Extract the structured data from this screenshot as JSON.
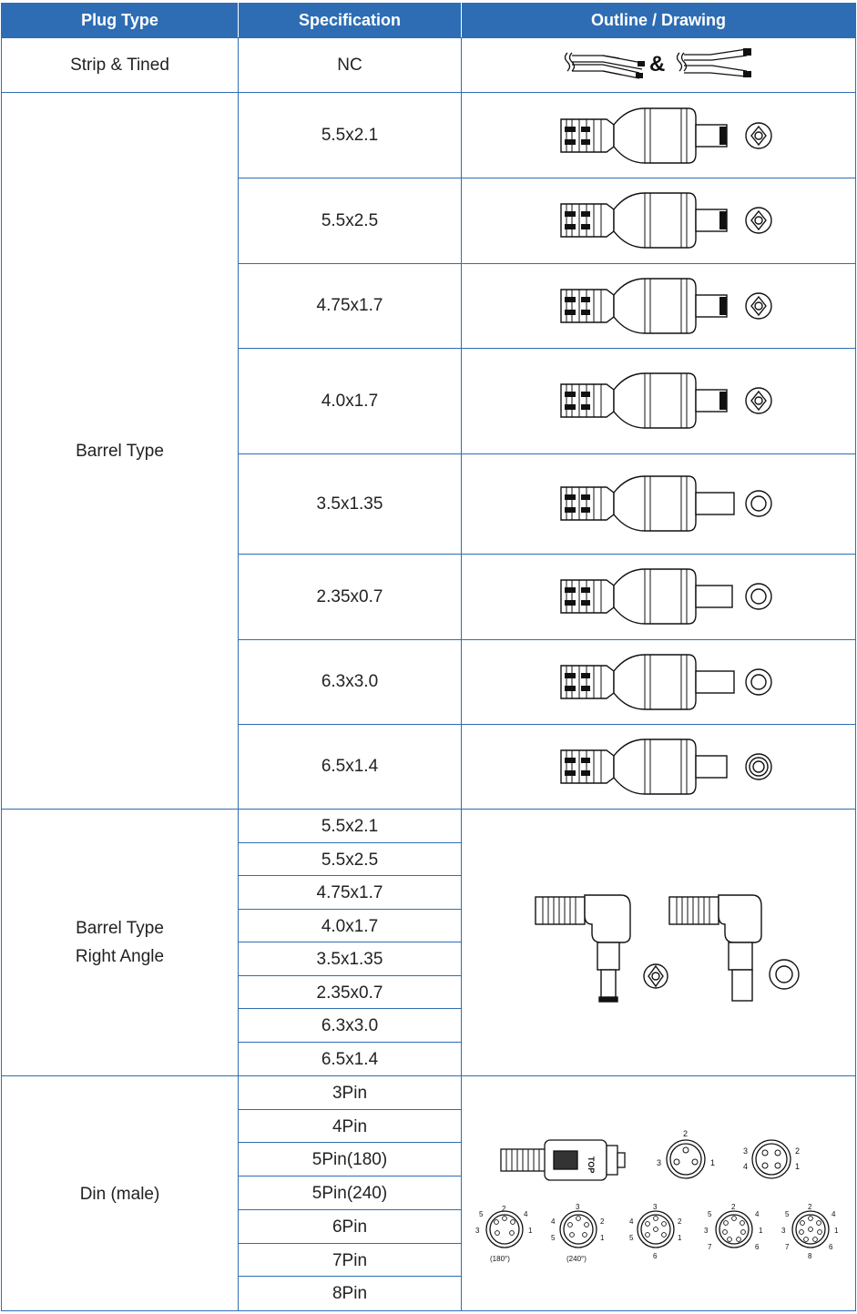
{
  "colors": {
    "header_bg": "#2e6db4",
    "header_text": "#ffffff",
    "grid": "#2e6db4",
    "text": "#222222"
  },
  "header": {
    "plug_type": "Plug Type",
    "specification": "Specification",
    "outline": "Outline / Drawing"
  },
  "strip": {
    "plug_type": "Strip & Tined",
    "spec": "NC",
    "amp": "&"
  },
  "barrel": {
    "plug_type": "Barrel Type",
    "specs": [
      "5.5x2.1",
      "5.5x2.5",
      "4.75x1.7",
      "4.0x1.7",
      "3.5x1.35",
      "2.35x0.7",
      "6.3x3.0",
      "6.5x1.4"
    ]
  },
  "right_angle": {
    "plug_type_line1": "Barrel Type",
    "plug_type_line2": "Right Angle",
    "specs": [
      "5.5x2.1",
      "5.5x2.5",
      "4.75x1.7",
      "4.0x1.7",
      "3.5x1.35",
      "2.35x0.7",
      "6.3x3.0",
      "6.5x1.4"
    ]
  },
  "din": {
    "plug_type": "Din (male)",
    "specs": [
      "3Pin",
      "4Pin",
      "5Pin(180)",
      "5Pin(240)",
      "6Pin",
      "7Pin",
      "8Pin"
    ],
    "top_label": "TOP",
    "pin3": [
      "2",
      "3",
      "1"
    ],
    "pin4": [
      "3",
      "2",
      "4",
      "1"
    ],
    "pin5_180": [
      "5",
      "4",
      "3",
      "1",
      "2",
      "(180°)"
    ],
    "pin5_240": [
      "3",
      "4",
      "2",
      "5",
      "1",
      "(240°)"
    ],
    "pin6": [
      "3",
      "4",
      "2",
      "5",
      "1",
      "6"
    ],
    "pin7": [
      "2",
      "5",
      "4",
      "3",
      "1",
      "7",
      "6"
    ],
    "pin8": [
      "2",
      "5",
      "4",
      "3",
      "1",
      "7",
      "6",
      "8"
    ]
  }
}
